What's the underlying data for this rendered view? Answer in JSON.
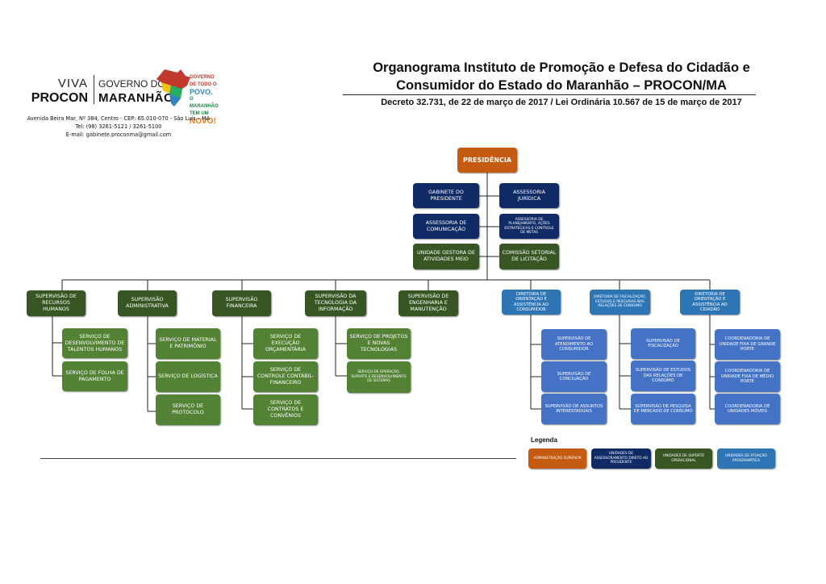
{
  "header": {
    "logo_viva_line1": "VIVA",
    "logo_viva_line2": "PROCON",
    "logo_gov_line1": "GOVERNO DO",
    "logo_gov_line2": "MARANHÃO",
    "slogan_line1": "GOVERNO DE TODO O",
    "slogan_line2": "POVO.",
    "slogan_line3": "O MARANHÃO TEM UM",
    "slogan_line4": "NOVO!",
    "address_line1": "Avenida Beira Mar, Nº 384, Centro - CEP: 65.010-070 - São Luís – MA",
    "address_line2": "Tel: (98) 3261-5121 / 3261-5100",
    "address_line3": "E-mail: gabinete.proconma@gmail.com",
    "title_line1": "Organograma Instituto de Promoção e Defesa do Cidadão e",
    "title_line2": "Consumidor do Estado do Maranhão – PROCON/MA",
    "decree": "Decreto 32.731, de 22 de março de 2017 / Lei Ordinária 10.567 de 15 de março de 2017"
  },
  "colors": {
    "admin_superior": "#c55a11",
    "assessoramento": "#0f2b66",
    "suporte": "#375623",
    "suporte_servico": "#548235",
    "atuacao": "#2e75b6",
    "atuacao_sub": "#4472c4"
  },
  "org": {
    "presidencia": "PRESIDÊNCIA",
    "gabinete": "GABINETE DO PRESIDENTE",
    "assessoria_juridica": "ASSESSORIA JURÍDICA",
    "assessoria_comunicacao": "ASSESSORIA DE COMUNICAÇÃO",
    "assessoria_planejamento": "ASSESSORIA DE PLANEJAMENTO, AÇÕES ESTRATÉGICAS E CONTROLE DE METAS",
    "unidade_gestora": "UNIDADE GESTORA DE ATIVIDADES MEIO",
    "comissao_licitacao": "COMISSÃO SETORIAL DE LICITAÇÃO",
    "sup_rh": "SUPERVISÃO DE RECURSOS HUMANOS",
    "sup_adm": "SUPERVISÃO ADMINISTRATIVA",
    "sup_fin": "SUPERVISÃO FINANCEIRA",
    "sup_ti": "SUPERVISÃO DA TECNOLOGIA DA INFORMAÇÃO",
    "sup_eng": "SUPERVISÃO DE ENGENHARIA E MANUTENÇÃO",
    "srv_talentos": "SERVIÇO DE DESENVOLVIMENTO DE TALENTOS HUMANOS",
    "srv_folha": "SERVIÇO DE FOLHA DE PAGAMENTO",
    "srv_material": "SERVIÇO DE MATERIAL E PATRIMÔNIO",
    "srv_logistica": "SERVIÇO DE LOGÍSTICA",
    "srv_protocolo": "SERVIÇO DE PROTOCOLO",
    "srv_orcamentaria": "SERVIÇO DE EXECUÇÃO ORÇAMENTÁRIA",
    "srv_contabil": "SERVIÇO DE CONTROLE CONTÁBIL-FINANCEIRO",
    "srv_contratos": "SERVIÇO DE CONTRATOS E CONVÊNIOS",
    "srv_projetos": "SERVIÇO DE PROJETOS E NOVAS TECNOLOGIAS",
    "srv_operacao": "SERVIÇO DE OPERAÇÃO, SUPORTE E DESENVOLVIMENTO DE SISTEMAS",
    "dir_orientacao_consumidor": "DIRETORIA DE ORIENTAÇÃO E ASSISTÊNCIA AO CONSUMIDOR",
    "dir_fiscalizacao": "DIRETORIA DE FISCALIZAÇÃO, ESTUDOS E PESQUISAS NAS RELAÇÕES DE CONSUMO",
    "dir_orientacao_cidadao": "DIRETORIA DE ORIENTAÇÃO E ASSISTÊNCIA AO CIDADÃO",
    "sup_atendimento": "SUPERVISÃO DE ATENDIMENTO AO CONSUMIDOR",
    "sup_conciliacao": "SUPERVISÃO DE CONCILIAÇÃO",
    "sup_interestaduais": "SUPERVISÃO DE ASSUNTOS INTERESTADUAIS",
    "sup_fiscalizacao": "SUPERVISÃO DE FISCALIZAÇÃO",
    "sup_estudos": "SUPERVISÃO DE ESTUDOS DAS RELAÇÕES DE CONSUMO",
    "sup_pesquisa": "SUPERVISÃO DE PESQUISA DE MERCADO DE CONSUMO",
    "coord_grande": "COORDENADORIA DE UNIDADE FIXA DE GRANDE PORTE",
    "coord_medio": "COORDENADORIA DE UNIDADE FIXA DE MÉDIO PORTE",
    "coord_moveis": "COORDENADORIA DE UNIDADES MÓVEIS"
  },
  "legend": {
    "title": "Legenda",
    "admin": "ADMINISTRAÇÃO SUPERIOR",
    "assessoramento": "UNIDADES DE ASSESSORAMENTO DIRETO AO PRESIDENTE",
    "suporte": "UNIDADES DE SUPORTE OPERACIONAL",
    "atuacao": "UNIDADES DE ATUAÇÃO PROGRAMÁTICA"
  }
}
